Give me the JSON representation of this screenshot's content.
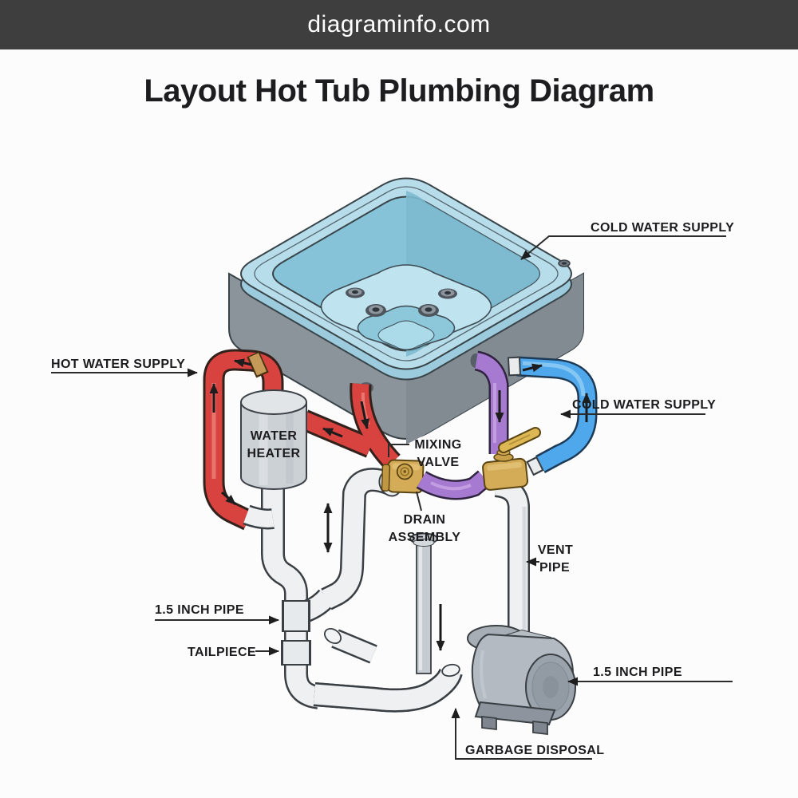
{
  "header": {
    "site_name": "diagraminfo.com"
  },
  "page": {
    "title": "Layout Hot Tub Plumbing Diagram"
  },
  "labels": {
    "cold_water_supply_top": "COLD WATER SUPPLY",
    "hot_water_supply": "HOT WATER SUPPLY",
    "water_heater_line1": "WATER",
    "water_heater_line2": "HEATER",
    "mixing_valve_line1": "MIXING",
    "mixing_valve_line2": "VALVE",
    "cold_water_supply_side": "COLD WATER SUPPLY",
    "drain_assembly_line1": "DRAIN",
    "drain_assembly_line2": "ASSEMBLY",
    "vent_pipe_line1": "VENT",
    "vent_pipe_line2": "PIPE",
    "pipe_size_left": "1.5 INCH PIPE",
    "tailpiece": "TAILPIECE",
    "pipe_size_right": "1.5 INCH PIPE",
    "garbage_disposal": "GARBAGE DISPOSAL"
  },
  "colors": {
    "header_bg": "#3e3e3e",
    "header_text": "#ffffff",
    "title_text": "#1d1d1f",
    "label_text": "#1c1c1e",
    "hot_pipe": "#d8423f",
    "cold_pipe": "#4fa8ec",
    "mixed_pipe": "#a67ad0",
    "brass_valve": "#d4ac57",
    "pvc_white": "#eef0f1",
    "tub_shell_top": "#b7ddeb",
    "tub_interior": "#86c3d8",
    "tub_body_gray": "#8b939b",
    "appliance_gray": "#ccd1d6"
  }
}
